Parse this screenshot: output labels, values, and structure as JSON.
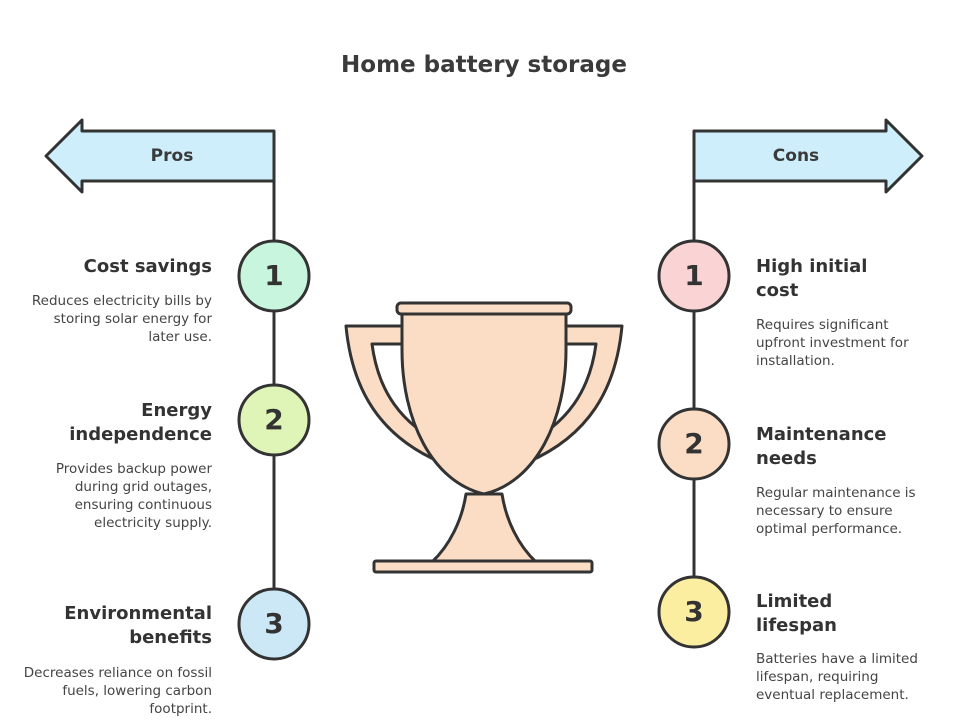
{
  "title": "Home battery storage",
  "pros": {
    "label": "Pros",
    "items": [
      {
        "number": "1",
        "title": "Cost savings",
        "description": "Reduces electricity bills by storing solar energy for later use.",
        "color": "#c8f5dd"
      },
      {
        "number": "2",
        "title": "Energy independence",
        "description": "Provides backup power during grid outages, ensuring continuous electricity supply.",
        "color": "#dff5b8"
      },
      {
        "number": "3",
        "title": "Environmental benefits",
        "description": "Decreases reliance on fossil fuels, lowering carbon footprint.",
        "color": "#cce8f7"
      }
    ]
  },
  "cons": {
    "label": "Cons",
    "items": [
      {
        "number": "1",
        "title": "High initial cost",
        "description": "Requires significant upfront investment for installation.",
        "color": "#fad4d4"
      },
      {
        "number": "2",
        "title": "Maintenance needs",
        "description": "Regular maintenance is necessary to ensure optimal performance.",
        "color": "#fbdcc4"
      },
      {
        "number": "3",
        "title": "Limited lifespan",
        "description": "Batteries have a limited lifespan, requiring eventual replacement.",
        "color": "#fbeea0"
      }
    ]
  },
  "colors": {
    "arrow_fill": "#cdeefa",
    "trophy_fill": "#fbdcc4",
    "stroke": "#333333"
  },
  "icons": {
    "center": "trophy-icon",
    "left_arrow": "arrow-left-icon",
    "right_arrow": "arrow-right-icon"
  }
}
